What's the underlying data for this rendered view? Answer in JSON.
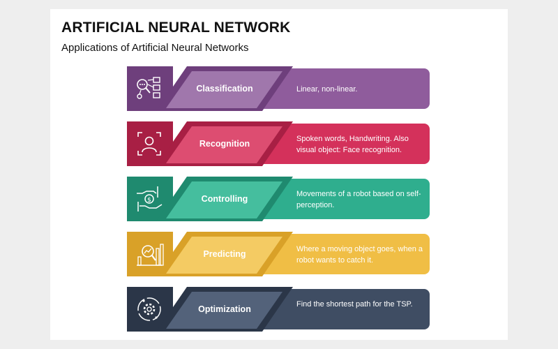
{
  "title": "ARTIFICIAL NEURAL NETWORK",
  "subtitle": "Applications of Artificial Neural Networks",
  "items": [
    {
      "label": "Classification",
      "description": "Linear, non-linear.",
      "icon": "classification-icon",
      "color_main": "#8F5C9C",
      "color_dark": "#6E3F7C",
      "color_light": "#A077AC"
    },
    {
      "label": "Recognition",
      "description": "Spoken words, Handwriting. Also visual object: Face recognition.",
      "icon": "face-recognition-icon",
      "color_main": "#D4315B",
      "color_dark": "#A81F44",
      "color_light": "#DD4D71"
    },
    {
      "label": "Controlling",
      "description": "Movements of a robot based on self-perception.",
      "icon": "hand-money-icon",
      "color_main": "#2FAE8E",
      "color_dark": "#1F8A6F",
      "color_light": "#45BE9E"
    },
    {
      "label": "Predicting",
      "description": "Where a moving object goes, when a robot wants to catch it.",
      "icon": "chart-magnifier-icon",
      "color_main": "#F0BE45",
      "color_dark": "#D9A128",
      "color_light": "#F4CB63"
    },
    {
      "label": "Optimization",
      "description": "Find the shortest path for the TSP.",
      "icon": "gear-cycle-icon",
      "color_main": "#3F4D63",
      "color_dark": "#2B3648",
      "color_light": "#53627A"
    }
  ]
}
